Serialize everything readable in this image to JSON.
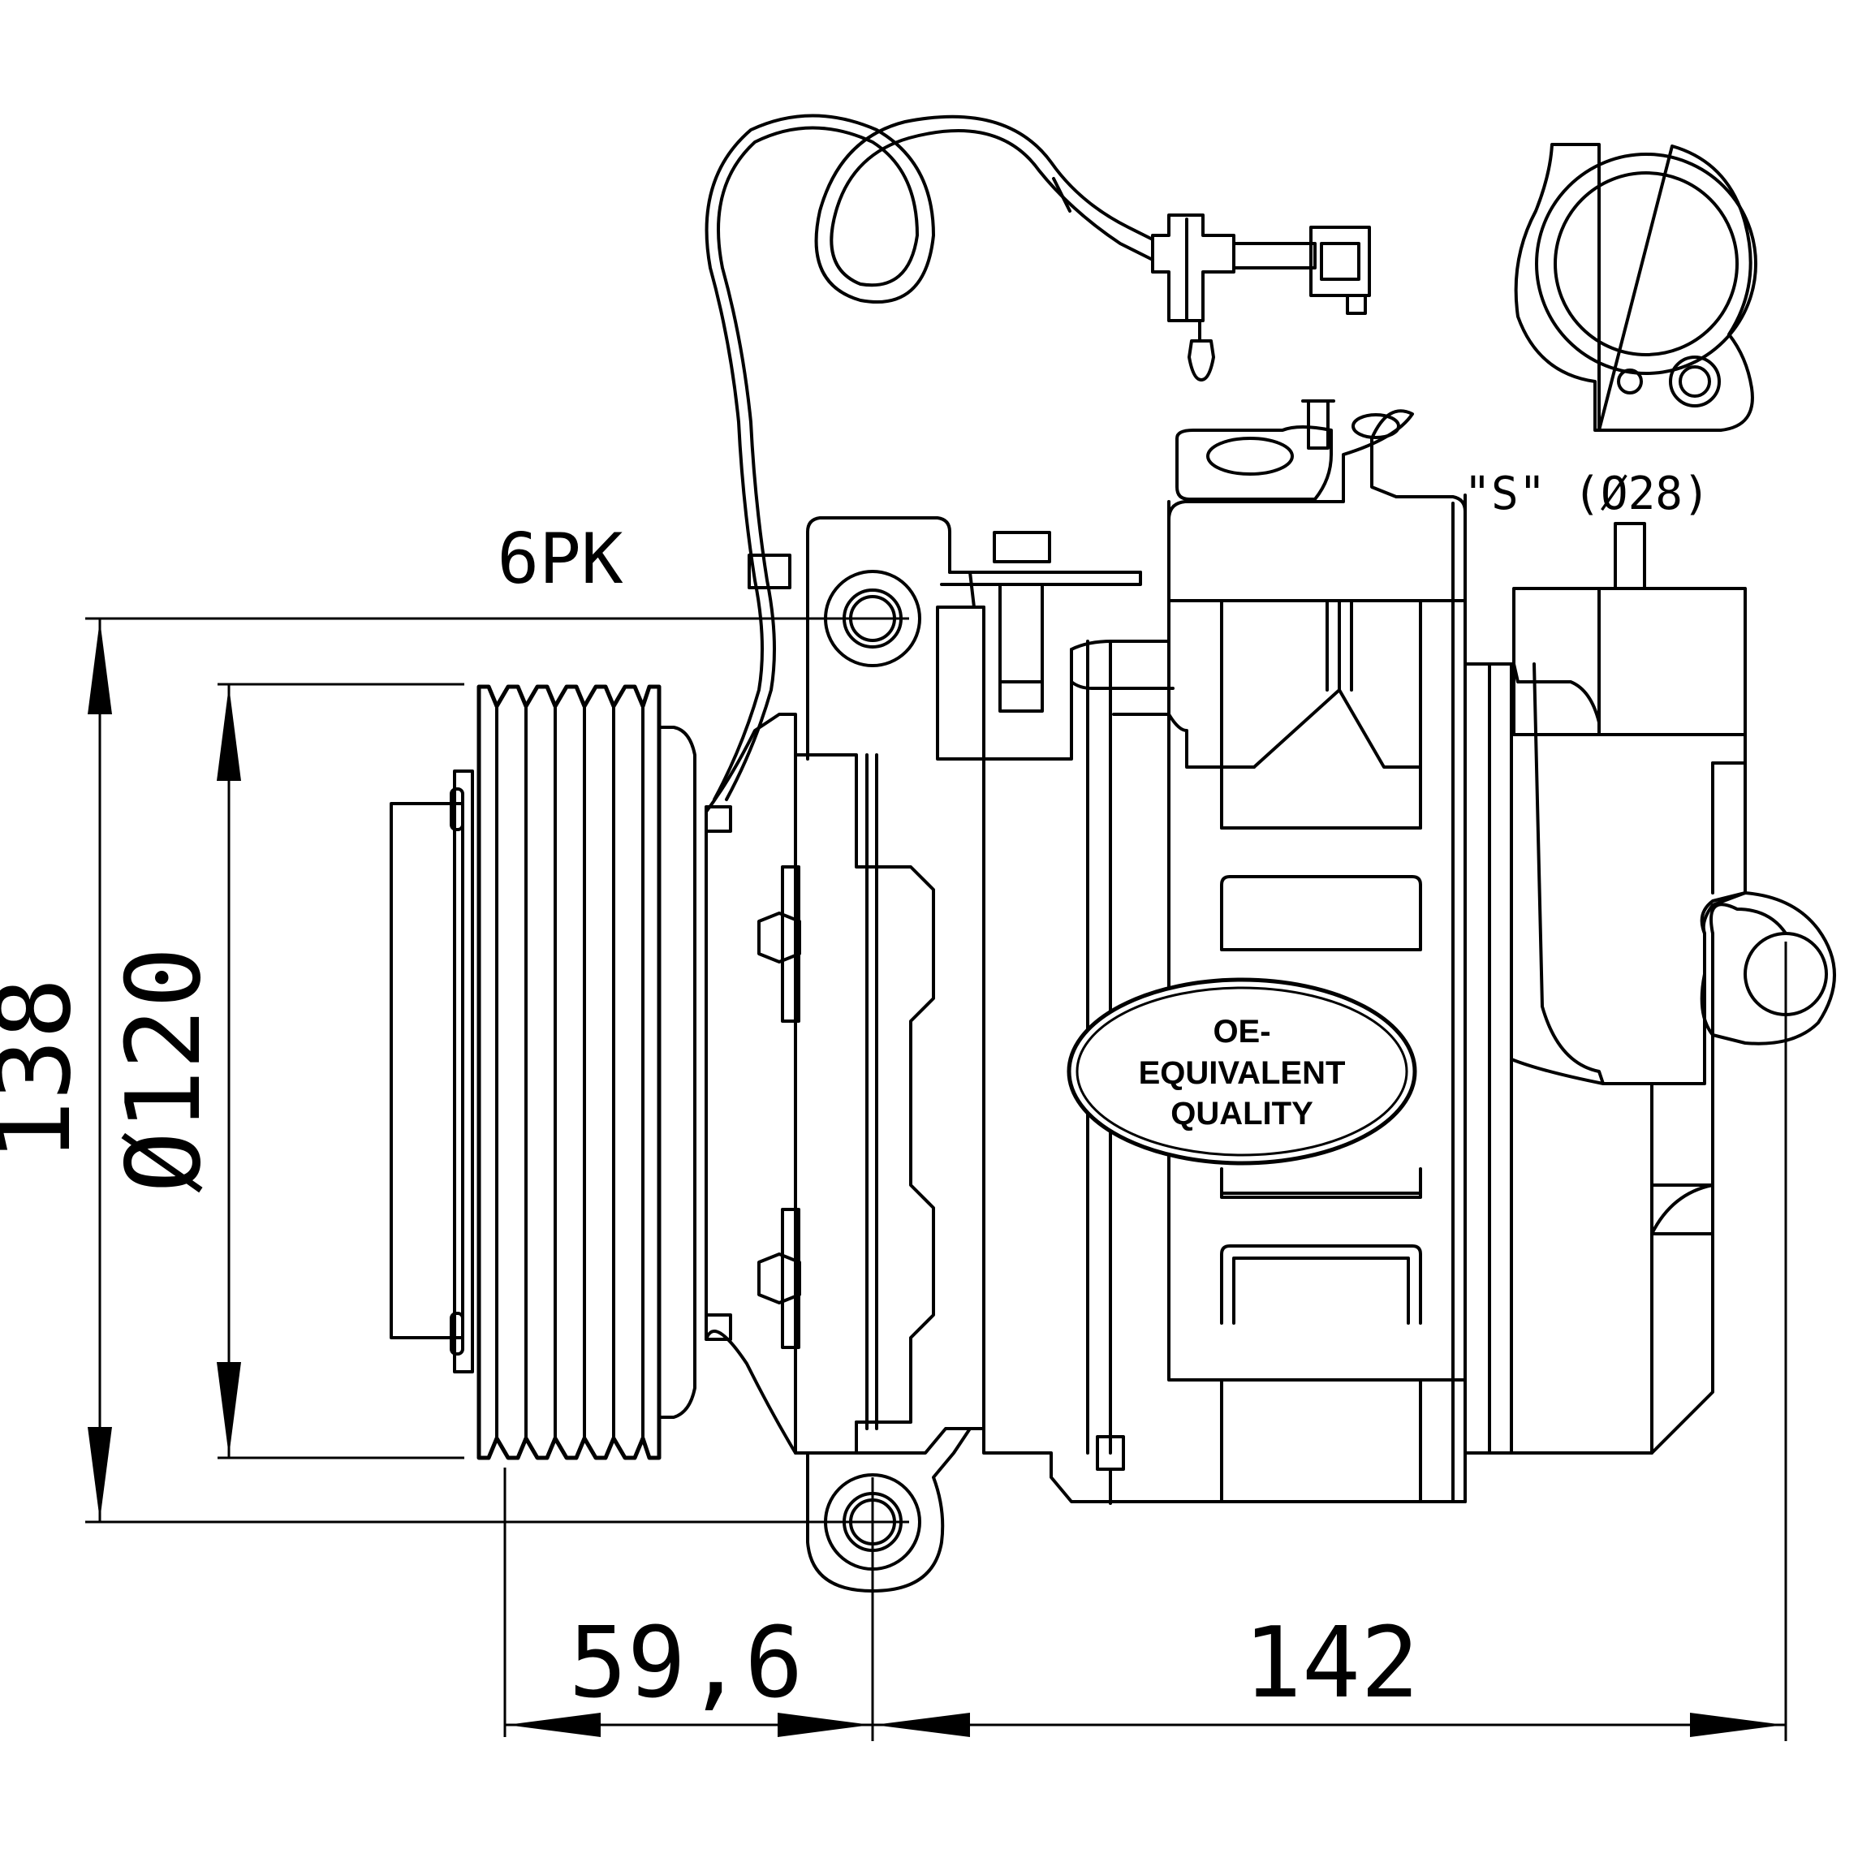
{
  "dimensions": {
    "belt_profile": "6PK",
    "height": "138",
    "pulley_diameter": "Ø120",
    "pulley_offset": "59,6",
    "mount_length": "142",
    "suction_port": "\"S\" (Ø28)"
  },
  "badge": {
    "line1": "OE-",
    "line2": "EQUIVALENT",
    "line3": "QUALITY"
  }
}
